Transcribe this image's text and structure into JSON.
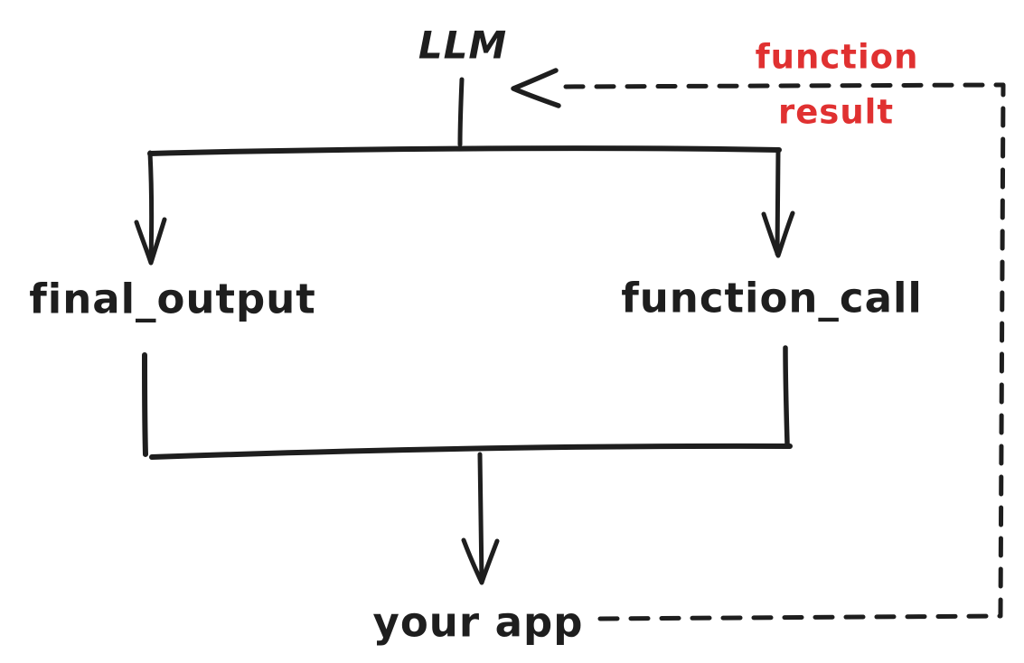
{
  "canvas": {
    "background": "#ffffff",
    "stroke_color": "#1e1e1e",
    "accent_color": "#e03131"
  },
  "nodes": {
    "llm": {
      "label": "LLM"
    },
    "final_output": {
      "label": "final_output"
    },
    "function_call": {
      "label": "function_call"
    },
    "your_app": {
      "label": "your app"
    }
  },
  "edges": [
    {
      "from": "llm",
      "to": "final_output",
      "style": "solid-arrow"
    },
    {
      "from": "llm",
      "to": "function_call",
      "style": "solid-arrow"
    },
    {
      "from": "final_output",
      "to": "your_app",
      "style": "solid-arrow"
    },
    {
      "from": "function_call",
      "to": "your_app",
      "style": "solid-arrow"
    },
    {
      "from": "your_app",
      "to": "llm",
      "style": "dashed-arrow",
      "label": "function result",
      "color": "#e03131"
    }
  ],
  "feedback_label": {
    "line1": "function",
    "line2": "result"
  }
}
